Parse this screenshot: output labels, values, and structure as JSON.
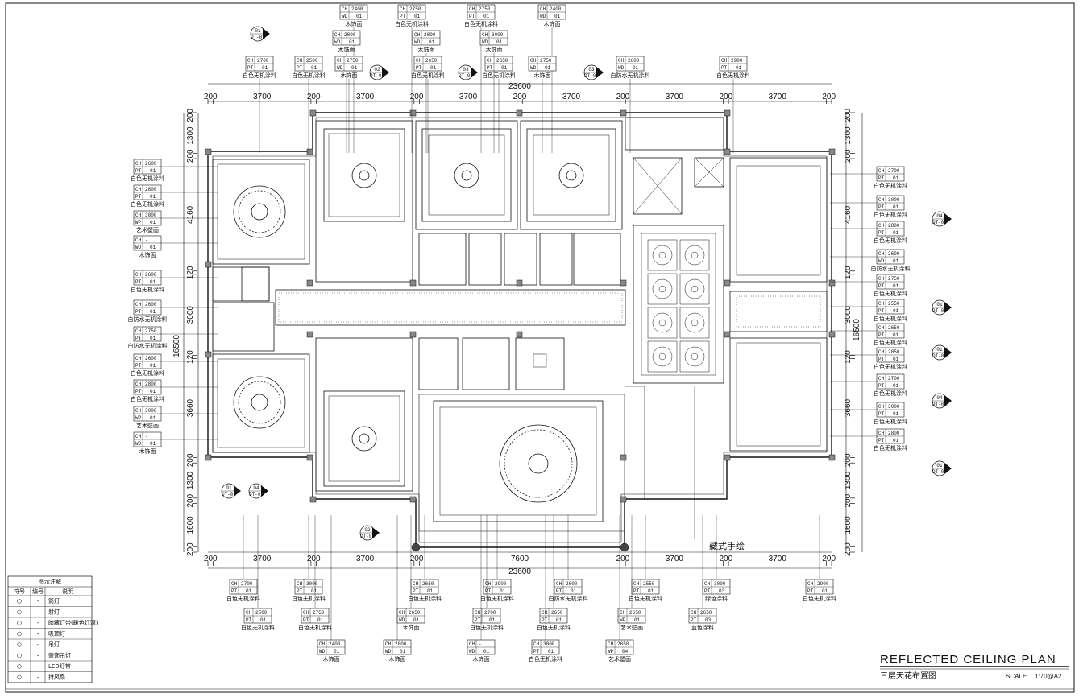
{
  "title_block": {
    "title_en": "REFLECTED CEILING PLAN",
    "title_cn": "三层天花布置图",
    "scale_label": "SCALE",
    "scale_value": "1:70@A2"
  },
  "dimensions": {
    "top_overall": "23600",
    "bottom_overall": "23600",
    "left_overall": "16500",
    "right_overall": "16500",
    "top_segments": [
      "200",
      "3700",
      "200",
      "3700",
      "200",
      "3700",
      "200",
      "3700",
      "200",
      "3700",
      "200",
      "3700",
      "200"
    ],
    "bottom_segments": [
      "200",
      "3700",
      "200",
      "3700",
      "200",
      "7600",
      "200",
      "3700",
      "200",
      "3700",
      "200"
    ],
    "left_segments": [
      "200",
      "1300",
      "200",
      "4160",
      "120",
      "3000",
      "120",
      "3660",
      "200",
      "1300",
      "200",
      "1600",
      "200"
    ],
    "right_segments": [
      "200",
      "1300",
      "200",
      "4160",
      "120",
      "3000",
      "120",
      "3660",
      "200",
      "1300",
      "200",
      "1600",
      "200"
    ]
  },
  "annotation": "藏式手绘",
  "legend": {
    "title": "图示注解",
    "headers": [
      "符号",
      "编号",
      "说明"
    ],
    "rows": [
      {
        "code": "-",
        "desc": "筒灯"
      },
      {
        "code": "-",
        "desc": "射灯"
      },
      {
        "code": "-",
        "desc": "暗藏灯带(暖色灯源)"
      },
      {
        "code": "-",
        "desc": "吸顶灯"
      },
      {
        "code": "-",
        "desc": "吊灯"
      },
      {
        "code": "-",
        "desc": "装饰吊灯"
      },
      {
        "code": "-",
        "desc": "LED灯带"
      },
      {
        "code": "-",
        "desc": "排风扇"
      }
    ]
  },
  "tags_top": [
    {
      "ch": "2400",
      "code": "WD",
      "no": "01",
      "note": "木饰面"
    },
    {
      "ch": "2750",
      "code": "PT",
      "no": "01",
      "note": "白色无机涂料"
    },
    {
      "ch": "2750",
      "code": "PT",
      "no": "01",
      "note": "白色无机涂料"
    },
    {
      "ch": "2400",
      "code": "WD",
      "no": "01",
      "note": "木饰面"
    },
    {
      "ch": "2800",
      "code": "WD",
      "no": "01",
      "note": "木饰面"
    },
    {
      "ch": "2800",
      "code": "WD",
      "no": "01",
      "note": "木饰面"
    },
    {
      "ch": "3000",
      "code": "WD",
      "no": "01",
      "note": "木饰面"
    },
    {
      "ch": "2700",
      "code": "PT",
      "no": "01",
      "note": "白色无机涂料"
    },
    {
      "ch": "2500",
      "code": "PT",
      "no": "01",
      "note": "白色无机涂料"
    },
    {
      "ch": "2750",
      "code": "WD",
      "no": "01",
      "note": "木饰面"
    },
    {
      "ch": "2650",
      "code": "PT",
      "no": "01",
      "note": "白色无机涂料"
    },
    {
      "ch": "2650",
      "code": "PT",
      "no": "01",
      "note": "白色无机涂料"
    },
    {
      "ch": "2750",
      "code": "WD",
      "no": "01",
      "note": "木饰面"
    },
    {
      "ch": "2600",
      "code": "WD",
      "no": "01",
      "note": "白防水无机涂料"
    },
    {
      "ch": "2900",
      "code": "PT",
      "no": "01",
      "note": "白色无机涂料"
    }
  ],
  "tags_left": [
    {
      "ch": "2600",
      "code": "PT",
      "no": "01",
      "note": "白色无机涂料"
    },
    {
      "ch": "2800",
      "code": "PT",
      "no": "01",
      "note": "白色无机涂料"
    },
    {
      "ch": "3000",
      "code": "WP",
      "no": "01",
      "note": "艺术壁画"
    },
    {
      "ch": "-",
      "code": "WD",
      "no": "01",
      "note": "木饰面"
    },
    {
      "ch": "2600",
      "code": "PT",
      "no": "01",
      "note": "白色无机涂料"
    },
    {
      "ch": "2600",
      "code": "PT",
      "no": "01",
      "note": "白防水无机涂料"
    },
    {
      "ch": "2750",
      "code": "PT",
      "no": "01",
      "note": "白防水无机涂料"
    },
    {
      "ch": "2600",
      "code": "PT",
      "no": "01",
      "note": "白色无机涂料"
    },
    {
      "ch": "2800",
      "code": "PT",
      "no": "01",
      "note": "白色无机涂料"
    },
    {
      "ch": "3000",
      "code": "WP",
      "no": "01",
      "note": "艺术壁画"
    },
    {
      "ch": "-",
      "code": "WD",
      "no": "01",
      "note": "木饰面"
    }
  ],
  "tags_right": [
    {
      "ch": "2700",
      "code": "PT",
      "no": "01",
      "note": "白色无机涂料"
    },
    {
      "ch": "3000",
      "code": "PT",
      "no": "01",
      "note": "白色无机涂料"
    },
    {
      "ch": "2800",
      "code": "PT",
      "no": "01",
      "note": "白色无机涂料"
    },
    {
      "ch": "2600",
      "code": "WD",
      "no": "01",
      "note": "白防水无机涂料"
    },
    {
      "ch": "2750",
      "code": "PT",
      "no": "01",
      "note": "白色无机涂料"
    },
    {
      "ch": "2550",
      "code": "PT",
      "no": "01",
      "note": "白色无机涂料"
    },
    {
      "ch": "2650",
      "code": "PT",
      "no": "01",
      "note": "白色无机涂料"
    },
    {
      "ch": "2850",
      "code": "PT",
      "no": "01",
      "note": "白色无机涂料"
    },
    {
      "ch": "2700",
      "code": "PT",
      "no": "01",
      "note": "白色无机涂料"
    },
    {
      "ch": "3000",
      "code": "PT",
      "no": "01",
      "note": "白色无机涂料"
    },
    {
      "ch": "2800",
      "code": "PT",
      "no": "01",
      "note": "白色无机涂料"
    }
  ],
  "tags_bottom": [
    {
      "ch": "2700",
      "code": "PT",
      "no": "01",
      "note": "白色无机涂料"
    },
    {
      "ch": "3000",
      "code": "PT",
      "no": "01",
      "note": "白色无机涂料"
    },
    {
      "ch": "2650",
      "code": "PT",
      "no": "01",
      "note": "白色无机涂料"
    },
    {
      "ch": "2900",
      "code": "PT",
      "no": "01",
      "note": "白色无机涂料"
    },
    {
      "ch": "2600",
      "code": "PT",
      "no": "01",
      "note": "白防水无机涂料"
    },
    {
      "ch": "2550",
      "code": "PT",
      "no": "01",
      "note": "白色无机涂料"
    },
    {
      "ch": "3000",
      "code": "PT",
      "no": "03",
      "note": "绿色涂料"
    },
    {
      "ch": "2900",
      "code": "PT",
      "no": "01",
      "note": "白色无机涂料"
    },
    {
      "ch": "2500",
      "code": "PT",
      "no": "01",
      "note": "白色无机涂料"
    },
    {
      "ch": "2750",
      "code": "PT",
      "no": "01",
      "note": "白色无机涂料"
    },
    {
      "ch": "2650",
      "code": "WD",
      "no": "01",
      "note": "木饰面"
    },
    {
      "ch": "2700",
      "code": "PT",
      "no": "01",
      "note": "白色无机涂料"
    },
    {
      "ch": "2650",
      "code": "PT",
      "no": "01",
      "note": "白色无机涂料"
    },
    {
      "ch": "2650",
      "code": "WP",
      "no": "01",
      "note": "艺术壁画"
    },
    {
      "ch": "2650",
      "code": "PT",
      "no": "03",
      "note": "蓝色涂料"
    },
    {
      "ch": "2400",
      "code": "WD",
      "no": "01",
      "note": "木饰面"
    },
    {
      "ch": "2800",
      "code": "WD",
      "no": "01",
      "note": "木饰面"
    },
    {
      "ch": "-",
      "code": "WD",
      "no": "01",
      "note": "木饰面"
    },
    {
      "ch": "3000",
      "code": "PT",
      "no": "01",
      "note": "白色无机涂料"
    },
    {
      "ch": "2650",
      "code": "WP",
      "no": "04",
      "note": "艺术壁画"
    }
  ],
  "section_marks": [
    {
      "num": "01",
      "ref": "DT-01"
    },
    {
      "num": "02",
      "ref": "DT-02"
    },
    {
      "num": "03",
      "ref": "DT-03"
    },
    {
      "num": "03",
      "ref": "DT-03"
    },
    {
      "num": "04",
      "ref": "DT-03"
    },
    {
      "num": "01",
      "ref": "DT-01"
    },
    {
      "num": "01",
      "ref": "DT-03"
    },
    {
      "num": "04",
      "ref": "DT-02"
    },
    {
      "num": "01",
      "ref": "DT-03"
    },
    {
      "num": "01",
      "ref": "DT-03"
    },
    {
      "num": "04",
      "ref": "DT-02"
    },
    {
      "num": "02",
      "ref": "DT-03"
    }
  ]
}
